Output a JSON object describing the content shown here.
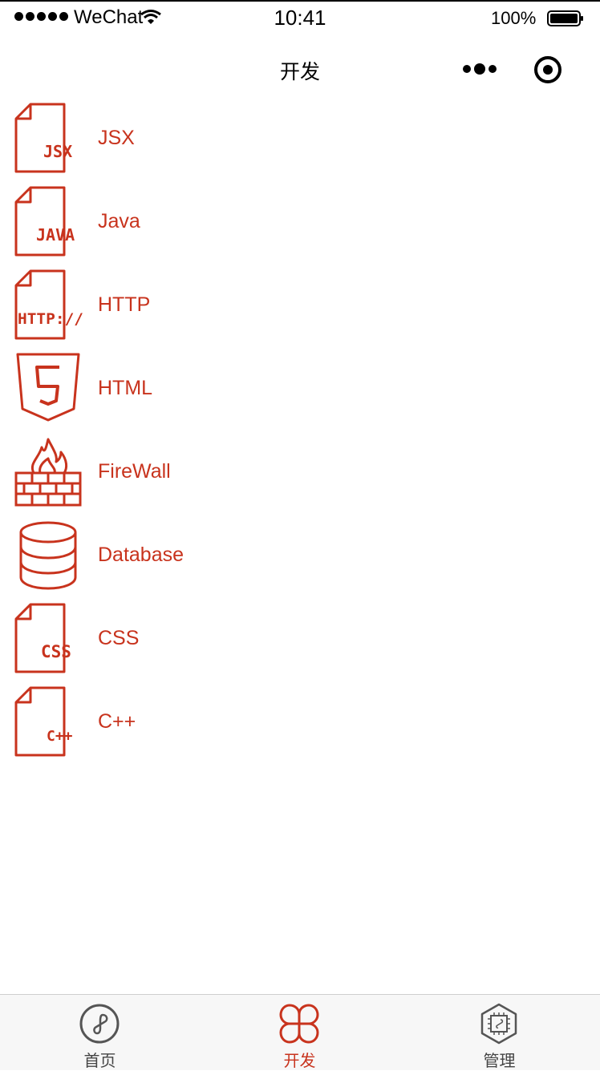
{
  "status_bar": {
    "carrier": "WeChat",
    "time": "10:41",
    "battery": "100%"
  },
  "nav": {
    "title": "开发"
  },
  "colors": {
    "accent": "#c8331d",
    "text": "#000000",
    "tab_inactive": "#444444",
    "tab_bar_bg": "#f7f7f7"
  },
  "items": [
    {
      "label": "JSX",
      "icon": "jsx-file-icon",
      "icon_text": "JSX"
    },
    {
      "label": "Java",
      "icon": "java-file-icon",
      "icon_text": "JAVA"
    },
    {
      "label": "HTTP",
      "icon": "http-file-icon",
      "icon_text": "HTTP://"
    },
    {
      "label": "HTML",
      "icon": "html5-icon",
      "icon_text": ""
    },
    {
      "label": "FireWall",
      "icon": "firewall-icon",
      "icon_text": ""
    },
    {
      "label": "Database",
      "icon": "database-icon",
      "icon_text": ""
    },
    {
      "label": "CSS",
      "icon": "css-file-icon",
      "icon_text": "CSS"
    },
    {
      "label": "C++",
      "icon": "cpp-file-icon",
      "icon_text": "C++"
    }
  ],
  "tabs": [
    {
      "label": "首页",
      "icon": "miniprogram-icon",
      "active": false
    },
    {
      "label": "开发",
      "icon": "grid-icon",
      "active": true
    },
    {
      "label": "管理",
      "icon": "chip-icon",
      "active": false
    }
  ]
}
